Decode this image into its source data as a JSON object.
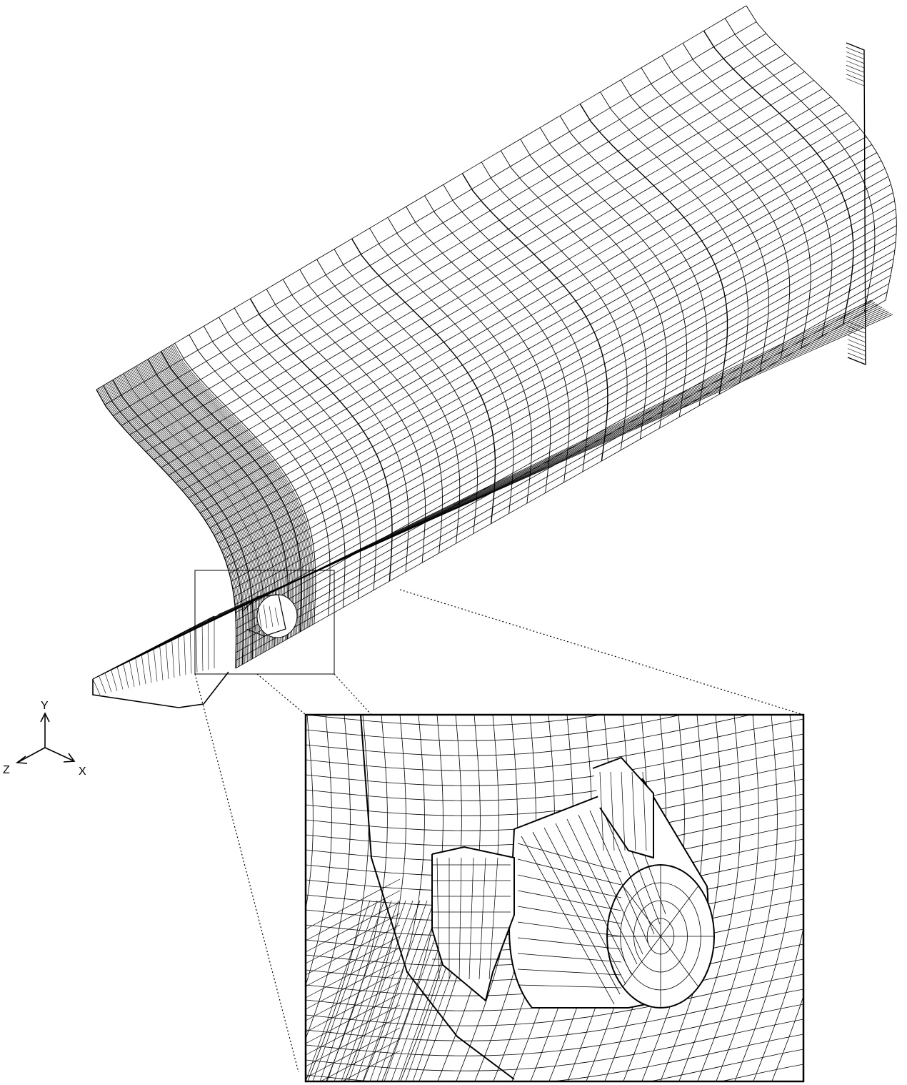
{
  "axes": {
    "y_label": "Y",
    "z_label": "Z",
    "x_label": "X"
  },
  "colors": {
    "line": "#000000",
    "background": "#ffffff"
  }
}
